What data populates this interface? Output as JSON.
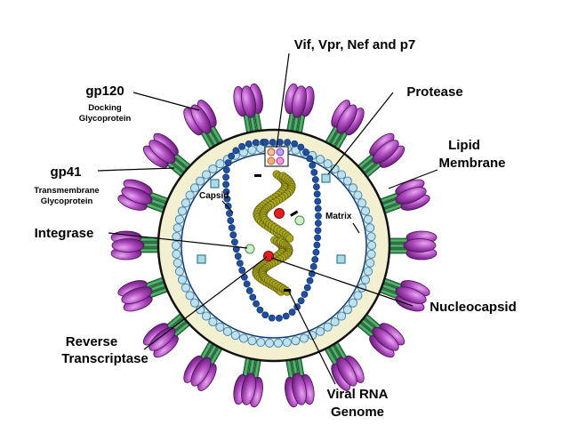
{
  "labels": {
    "vif": "Vif, Vpr, Nef and p7",
    "gp120": "gp120",
    "gp120_sub1": "Docking",
    "gp120_sub2": "Glycoprotein",
    "protease": "Protease",
    "lipid1": "Lipid",
    "lipid2": "Membrane",
    "gp41": "gp41",
    "gp41_sub1": "Transmembrane",
    "gp41_sub2": "Glycoprotein",
    "capsid": "Capsid",
    "matrix": "Matrix",
    "integrase": "Integrase",
    "nucleocapsid": "Nucleocapsid",
    "rt1": "Reverse",
    "rt2": "Transcriptase",
    "rna1": "Viral RNA",
    "rna2": "Genome"
  },
  "colors": {
    "envelope": "#f2f0d0",
    "membrane_dots": "#bfe0f0",
    "stalk": "#2e9a4e",
    "knob": "#b04cc0",
    "capsid_dots": "#1f4fa0",
    "rna": "#9c9a1a",
    "enzyme_red": "#e02020",
    "enzyme_green": "#ccf0c8",
    "matrix_square": "#aadbe8"
  }
}
